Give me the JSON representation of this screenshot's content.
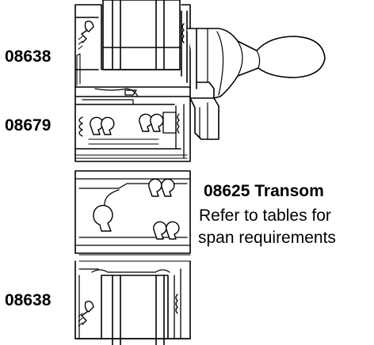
{
  "labels": {
    "top_profile": "08638",
    "mid_profile": "08679",
    "bottom_profile": "08638",
    "transom": "08625 Transom",
    "note_line1": "Refer to tables for",
    "note_line2": "span requirements"
  },
  "colors": {
    "line": "#000000",
    "fill": "#ffffff",
    "hatch": "#000000"
  }
}
